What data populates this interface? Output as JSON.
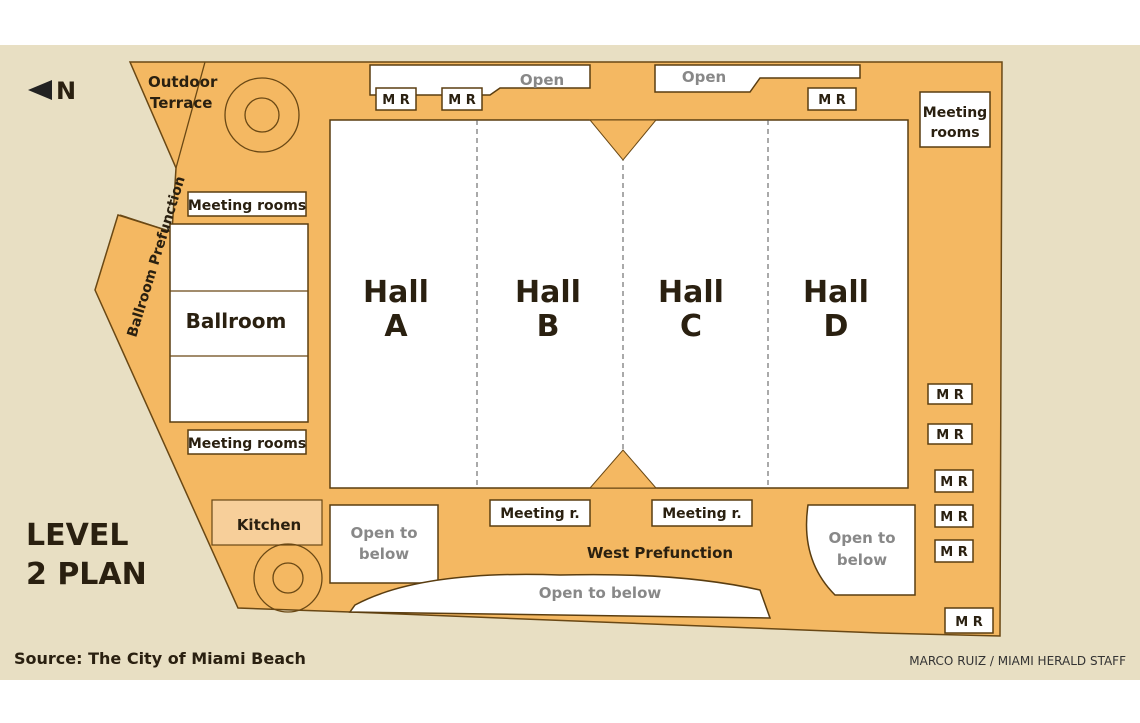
{
  "north": {
    "label": "N",
    "icon": "arrow-left-icon"
  },
  "title": {
    "line1": "LEVEL",
    "line2": "2 PLAN"
  },
  "source": "Source: The City of Miami Beach",
  "credit": "MARCO RUIZ / MIAMI HERALD STAFF",
  "colors": {
    "background": "#e8dfc3",
    "building": "#f4b862",
    "kitchen": "#f7cf9a",
    "room": "#ffffff",
    "line": "#5a3d10"
  },
  "areas": {
    "outdoor_terrace": [
      "Outdoor",
      "Terrace"
    ],
    "ballroom_prefunction": "Ballroom Prefunction",
    "meeting_rooms_top": "Meeting rooms",
    "ballroom": "Ballroom",
    "meeting_rooms_bottom": "Meeting rooms",
    "kitchen": "Kitchen",
    "open_below_left": [
      "Open to",
      "below"
    ],
    "open_below_right": [
      "Open to",
      "below"
    ],
    "open_below_bottom": "Open to below",
    "west_prefunction": "West Prefunction",
    "meeting_r_1": "Meeting r.",
    "meeting_r_2": "Meeting r.",
    "open_top_1": "Open",
    "open_top_2": "Open",
    "meeting_rooms_ne": [
      "Meeting",
      "rooms"
    ],
    "mr": "M R"
  },
  "halls": [
    {
      "word": "Hall",
      "letter": "A"
    },
    {
      "word": "Hall",
      "letter": "B"
    },
    {
      "word": "Hall",
      "letter": "C"
    },
    {
      "word": "Hall",
      "letter": "D"
    }
  ]
}
